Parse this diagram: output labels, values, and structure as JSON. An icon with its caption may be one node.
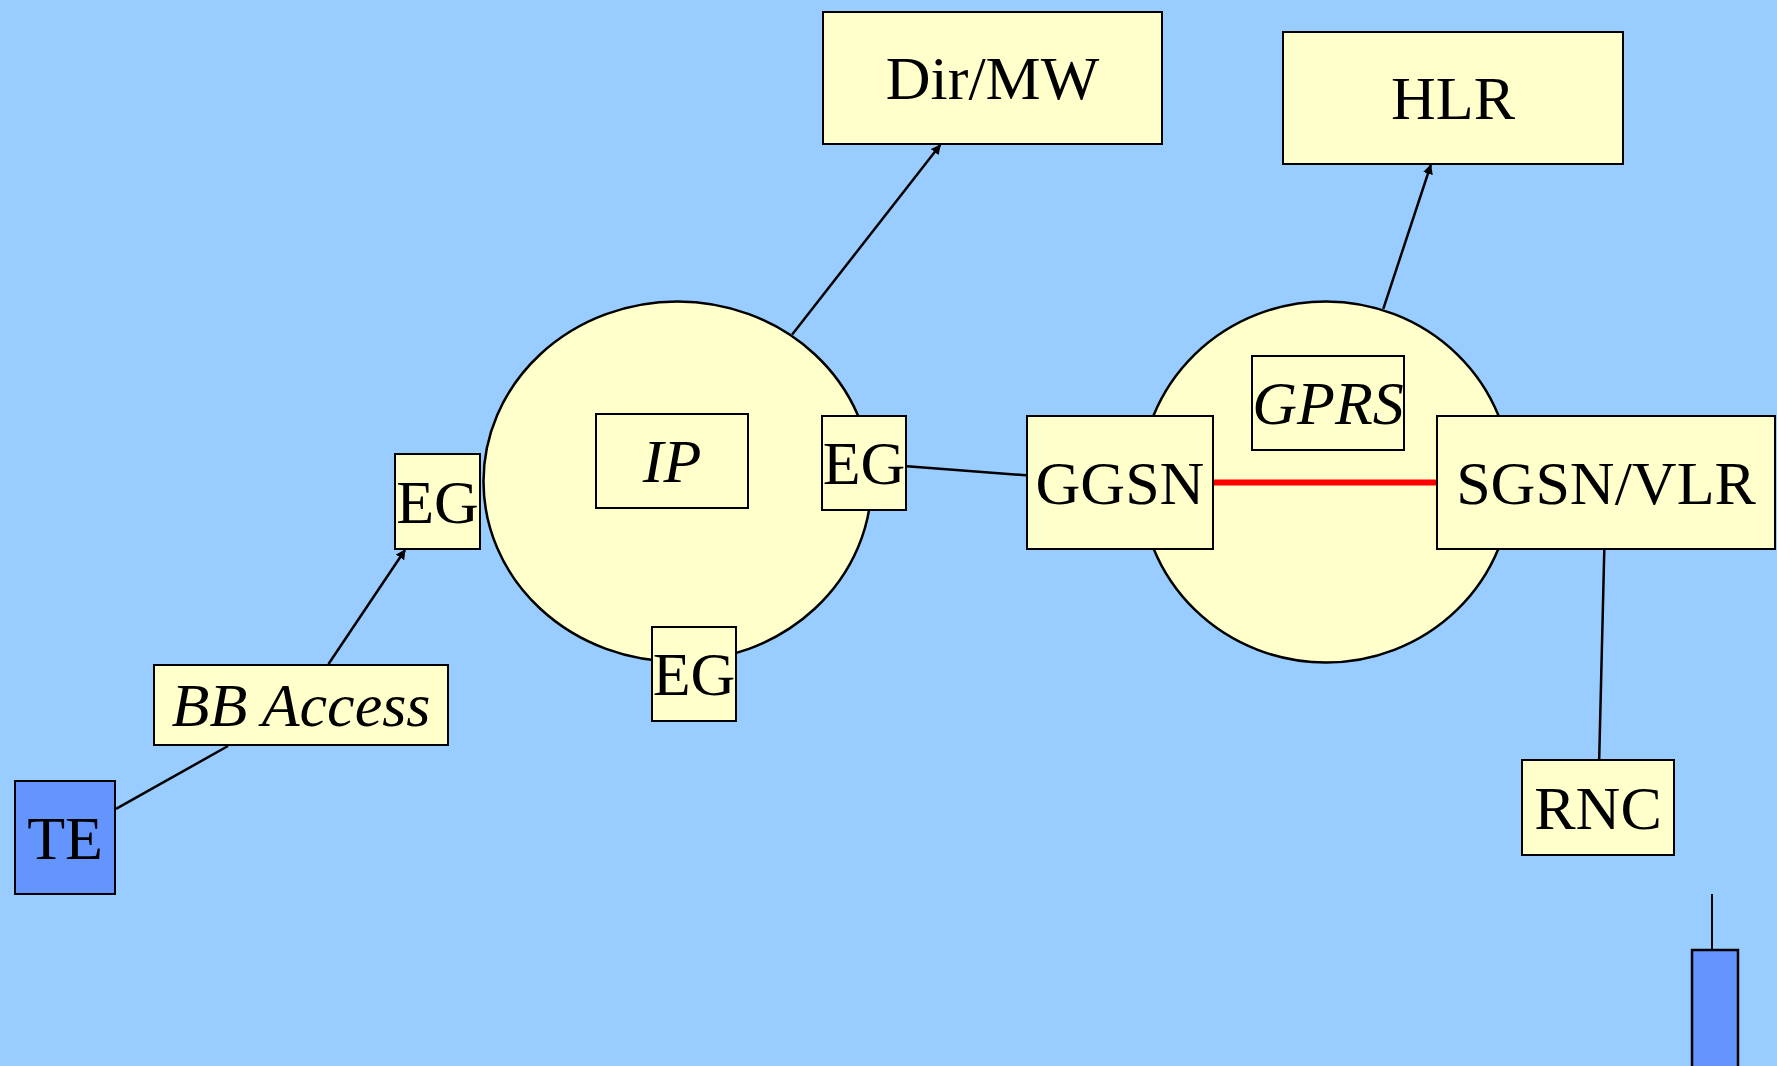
{
  "diagram": {
    "nodes": [
      {
        "text": [
          "Dir/MW"
        ]
      },
      {
        "text": [
          "HLR"
        ]
      },
      {
        "text": [],
        "shape": "circle"
      },
      {
        "text": [
          "IP"
        ],
        "in": 2
      },
      {
        "text": [
          "EG"
        ]
      },
      {
        "text": [
          "EG"
        ]
      },
      {
        "text": [
          "EG"
        ]
      },
      {
        "text": [],
        "shape": "circle"
      },
      {
        "text": [
          "GPRS"
        ],
        "in": 7
      },
      {
        "text": [
          "GGSN"
        ]
      },
      {
        "text": [
          "SGSN/VLR"
        ]
      },
      {
        "text": [
          "BB Access"
        ]
      },
      {
        "text": [
          "TE"
        ]
      },
      {
        "text": [
          "RNC"
        ]
      }
    ],
    "edges": [
      {
        "from": 2,
        "to": 0,
        "arrow": "to"
      },
      {
        "from": 7,
        "to": 1,
        "arrow": "to"
      },
      {
        "from": 12,
        "to": 11,
        "arrow": "none"
      },
      {
        "from": 11,
        "to": 4,
        "arrow": "to"
      },
      {
        "from": 5,
        "to": 9,
        "arrow": "none"
      },
      {
        "from": 9,
        "to": 10,
        "arrow": "none",
        "style": "thick",
        "color": "#ff0000"
      },
      {
        "from": 10,
        "to": 13,
        "arrow": "none"
      }
    ]
  }
}
